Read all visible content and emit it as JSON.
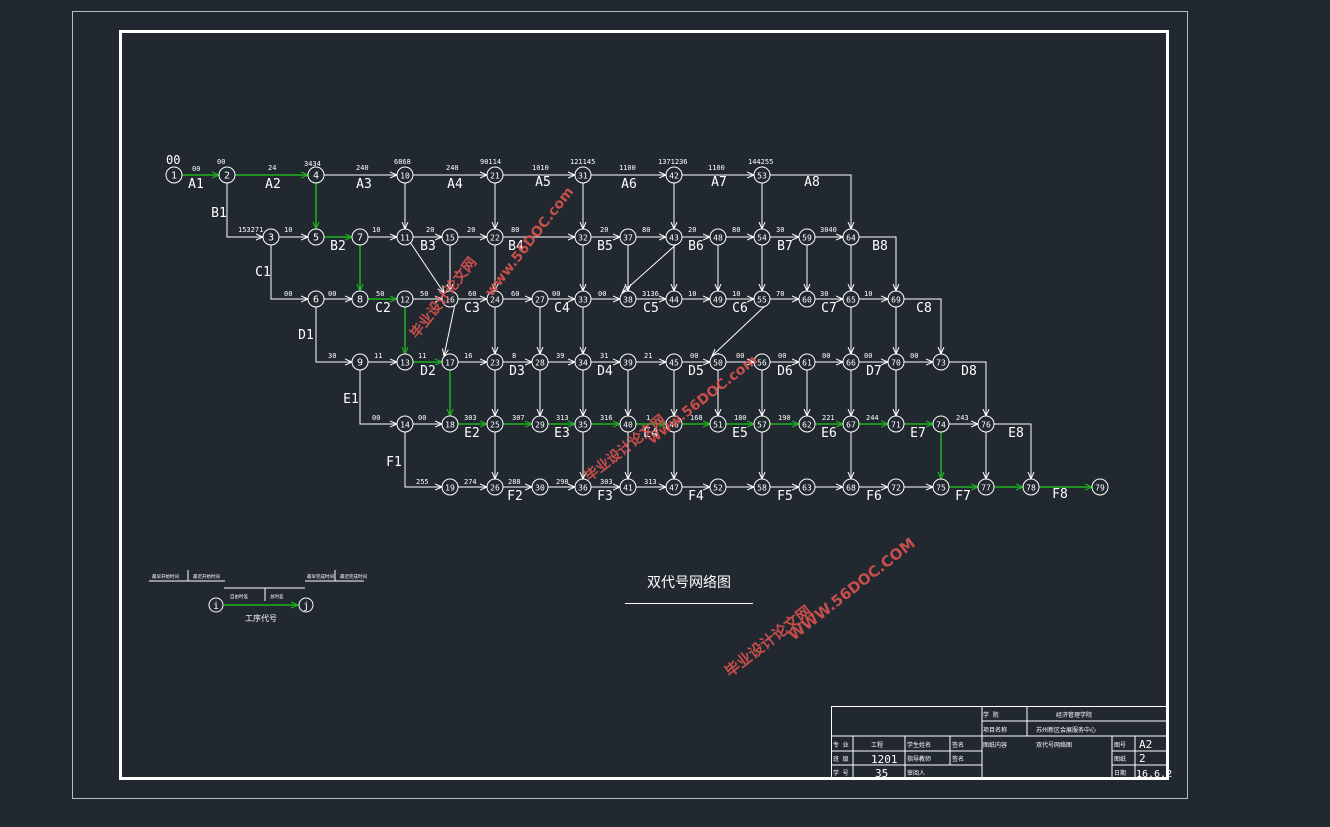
{
  "diagram_title": "双代号网络图",
  "watermarks": {
    "cn": "毕业设计论文网",
    "url": "www.56DOC.com",
    "url_caps": "WWW.56DOC.COM"
  },
  "legend": {
    "node_i": "i",
    "node_j": "j",
    "caption": "工序代号",
    "labels": [
      "最早开始时间",
      "最迟开始时间",
      "最早完成时间",
      "最迟完成时间",
      "自由时差",
      "总时差"
    ]
  },
  "title_block": {
    "school_label": "学 院",
    "school_value": "经济管理学院",
    "project_label": "项目名称",
    "project_value": "苏州新区会展服务中心",
    "drawing_label": "图纸内容",
    "drawing_value": "双代号网络图",
    "major_label": "专 业",
    "major_value": "工程",
    "class_label": "班 级",
    "class_value": "1201",
    "id_label": "学 号",
    "id_value": "35",
    "student_label": "学生姓名",
    "teacher_label": "指导教师",
    "checker_label": "审阅人",
    "sign_label": "签名",
    "date_label": "签名",
    "sheet_no_label": "图号",
    "sheet_no_value": "A2",
    "page_label": "图纸",
    "page_value": "2",
    "date2_label": "日期",
    "date2_value": "16.6.2"
  },
  "network": {
    "nodes": [
      {
        "id": "1"
      },
      {
        "id": "2"
      },
      {
        "id": "3"
      },
      {
        "id": "4"
      },
      {
        "id": "5"
      },
      {
        "id": "6"
      },
      {
        "id": "7"
      },
      {
        "id": "8"
      },
      {
        "id": "9"
      },
      {
        "id": "10"
      },
      {
        "id": "11"
      },
      {
        "id": "12"
      },
      {
        "id": "13"
      },
      {
        "id": "14"
      },
      {
        "id": "15"
      },
      {
        "id": "16"
      },
      {
        "id": "17"
      },
      {
        "id": "18"
      },
      {
        "id": "19"
      },
      {
        "id": "21"
      },
      {
        "id": "22"
      },
      {
        "id": "23"
      },
      {
        "id": "24"
      },
      {
        "id": "25"
      },
      {
        "id": "26"
      },
      {
        "id": "27"
      },
      {
        "id": "28"
      },
      {
        "id": "29"
      },
      {
        "id": "30"
      },
      {
        "id": "31"
      },
      {
        "id": "32"
      },
      {
        "id": "33"
      },
      {
        "id": "34"
      },
      {
        "id": "35"
      },
      {
        "id": "36"
      },
      {
        "id": "37"
      },
      {
        "id": "38"
      },
      {
        "id": "39"
      },
      {
        "id": "40"
      },
      {
        "id": "41"
      },
      {
        "id": "42"
      },
      {
        "id": "43"
      },
      {
        "id": "44"
      },
      {
        "id": "45"
      },
      {
        "id": "46"
      },
      {
        "id": "47"
      },
      {
        "id": "48"
      },
      {
        "id": "49"
      },
      {
        "id": "50"
      },
      {
        "id": "51"
      },
      {
        "id": "52"
      },
      {
        "id": "53"
      },
      {
        "id": "54"
      },
      {
        "id": "55"
      },
      {
        "id": "56"
      },
      {
        "id": "57"
      },
      {
        "id": "58"
      },
      {
        "id": "59"
      },
      {
        "id": "60"
      },
      {
        "id": "61"
      },
      {
        "id": "62"
      },
      {
        "id": "63"
      },
      {
        "id": "64"
      },
      {
        "id": "65"
      },
      {
        "id": "66"
      },
      {
        "id": "67"
      },
      {
        "id": "68"
      },
      {
        "id": "69"
      },
      {
        "id": "70"
      },
      {
        "id": "71"
      },
      {
        "id": "72"
      },
      {
        "id": "73"
      },
      {
        "id": "74"
      },
      {
        "id": "75"
      },
      {
        "id": "76"
      },
      {
        "id": "77"
      },
      {
        "id": "78"
      },
      {
        "id": "79"
      }
    ],
    "activity_labels": [
      "A1",
      "A2",
      "A3",
      "A4",
      "A5",
      "A6",
      "A7",
      "A8",
      "B1",
      "B2",
      "B3",
      "B4",
      "B5",
      "B6",
      "B7",
      "B8",
      "C1",
      "C2",
      "C3",
      "C4",
      "C5",
      "C6",
      "C7",
      "C8",
      "D1",
      "D2",
      "D3",
      "D4",
      "D5",
      "D6",
      "D7",
      "D8",
      "E1",
      "E2",
      "E3",
      "E4",
      "E5",
      "E6",
      "E7",
      "E8",
      "F1",
      "F2",
      "F3",
      "F4",
      "F5",
      "F6",
      "F7",
      "F8"
    ],
    "start_marker": "00",
    "time_labels": [
      "00",
      "00",
      "24",
      "240",
      "240",
      "1010",
      "1100",
      "1100",
      "3434",
      "6868",
      "90114",
      "121145",
      "1371236",
      "144255",
      "153271",
      "10",
      "10",
      "20",
      "20",
      "80",
      "20",
      "80",
      "20",
      "80",
      "30",
      "3040",
      "00",
      "00",
      "50",
      "50",
      "60",
      "60",
      "00",
      "00",
      "3136",
      "10",
      "10",
      "70",
      "30",
      "10",
      "30",
      "11",
      "11",
      "16",
      "8",
      "39",
      "31",
      "21",
      "00",
      "00",
      "00",
      "00",
      "00",
      "00",
      "00",
      "00",
      "303",
      "307",
      "313",
      "316",
      "1",
      "168",
      "180",
      "190",
      "221",
      "244",
      "243",
      "255",
      "274",
      "288",
      "298",
      "303",
      "313",
      "316"
    ]
  },
  "colors": {
    "background": "#212830",
    "line": "#ffffff",
    "critical": "#1fb01f",
    "watermark": "#d9534f"
  }
}
